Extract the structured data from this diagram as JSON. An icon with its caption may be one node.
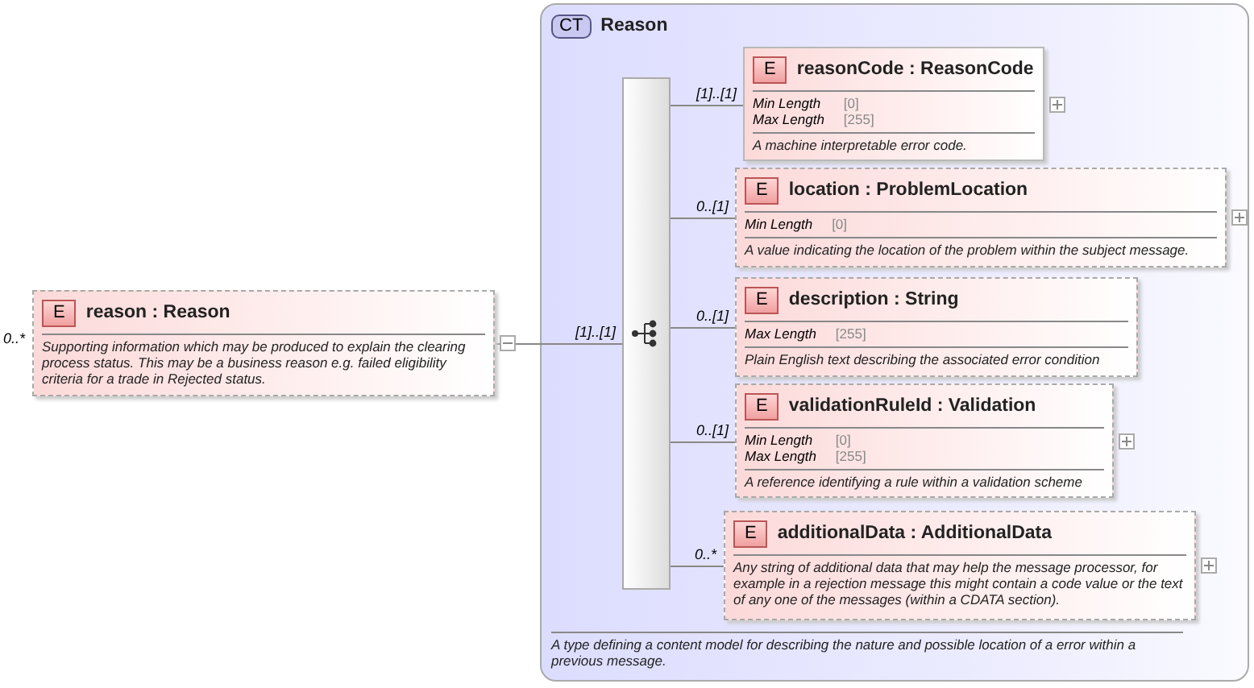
{
  "diagram": {
    "nodes": [
      {
        "text": [
          "E",
          "reason : Reason",
          "Supporting information which may be produced to explain the clearing process status. This may be a business reason e.g. failed eligibility criteria for a trade in Rejected status."
        ],
        "beside": [
          "0..*"
        ]
      },
      {
        "text": [
          "CT",
          "Reason",
          "A type defining a content model for describing the nature and possible location of a error within a previous message."
        ]
      },
      {
        "text": [],
        "shape": "bar",
        "in": 1
      },
      {
        "text": [
          "E",
          "reasonCode : ReasonCode",
          "Min Length",
          "[0]",
          "Max Length",
          "[255]",
          "A machine interpretable error code."
        ],
        "in": 1
      },
      {
        "text": [
          "E",
          "location : ProblemLocation",
          "Min Length",
          "[0]",
          "A value indicating the location of the problem within the subject message."
        ],
        "in": 1
      },
      {
        "text": [
          "E",
          "description : String",
          "Max Length",
          "[255]",
          "Plain English text describing the associated error condition"
        ],
        "in": 1
      },
      {
        "text": [
          "E",
          "validationRuleId : Validation",
          "Min Length",
          "[0]",
          "Max Length",
          "[255]",
          "A reference identifying a rule within a validation scheme"
        ],
        "in": 1
      },
      {
        "text": [
          "E",
          "additionalData : AdditionalData",
          "Any string of additional data that may help the message processor, for example in a rejection message this might contain a code value or the text of any one of the messages (within a CDATA section)."
        ],
        "in": 1
      }
    ],
    "edges": [
      {
        "from": 0,
        "to": 2,
        "arrow": "none",
        "label": "[1]..[1]"
      },
      {
        "from": 2,
        "to": 3,
        "arrow": "none",
        "label": "[1]..[1]"
      },
      {
        "from": 2,
        "to": 4,
        "arrow": "none",
        "label": "0..[1]"
      },
      {
        "from": 2,
        "to": 5,
        "arrow": "none",
        "label": "0..[1]"
      },
      {
        "from": 2,
        "to": 6,
        "arrow": "none",
        "label": "0..[1]"
      },
      {
        "from": 2,
        "to": 7,
        "arrow": "none",
        "label": "0..*"
      }
    ]
  }
}
